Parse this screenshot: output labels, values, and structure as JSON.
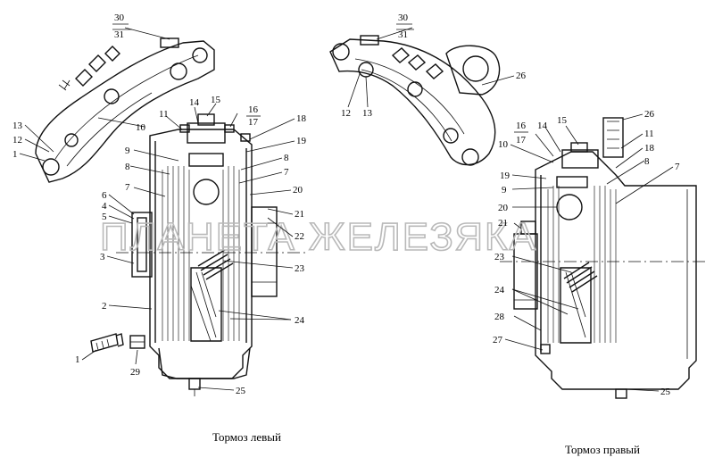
{
  "captions": {
    "left": "Тормоз левый",
    "right": "Тормоз правый"
  },
  "watermark": "ПЛАНЕТА ЖЕЛЕЗЯКА",
  "colors": {
    "ink": "#111111",
    "watermark": "#b9b9b9",
    "background": "#ffffff"
  },
  "left_labels": {
    "l30": "30",
    "l31": "31",
    "l13": "13",
    "l12": "12",
    "l1": "1",
    "l10": "10",
    "l11": "11",
    "l14": "14",
    "l15": "15",
    "l16": "16",
    "l17": "17",
    "l18": "18",
    "l19": "19",
    "l9": "9",
    "l8a": "8",
    "l8b": "8",
    "l7a": "7",
    "l7b": "7",
    "l20": "20",
    "l6": "6",
    "l4": "4",
    "l5": "5",
    "l21": "21",
    "l22": "22",
    "l3": "3",
    "l23": "23",
    "l2": "2",
    "l24": "24",
    "l1b": "1",
    "l29": "29",
    "l25": "25"
  },
  "right_labels": {
    "r30": "30",
    "r31": "31",
    "r26a": "26",
    "r12": "12",
    "r13": "13",
    "r16": "16",
    "r17": "17",
    "r14": "14",
    "r15": "15",
    "r26b": "26",
    "r11": "11",
    "r10": "10",
    "r18": "18",
    "r19": "19",
    "r7": "7",
    "r8": "8",
    "r9": "9",
    "r20": "20",
    "r21": "21",
    "r23": "23",
    "r24": "24",
    "r28": "28",
    "r27": "27",
    "r25": "25"
  }
}
